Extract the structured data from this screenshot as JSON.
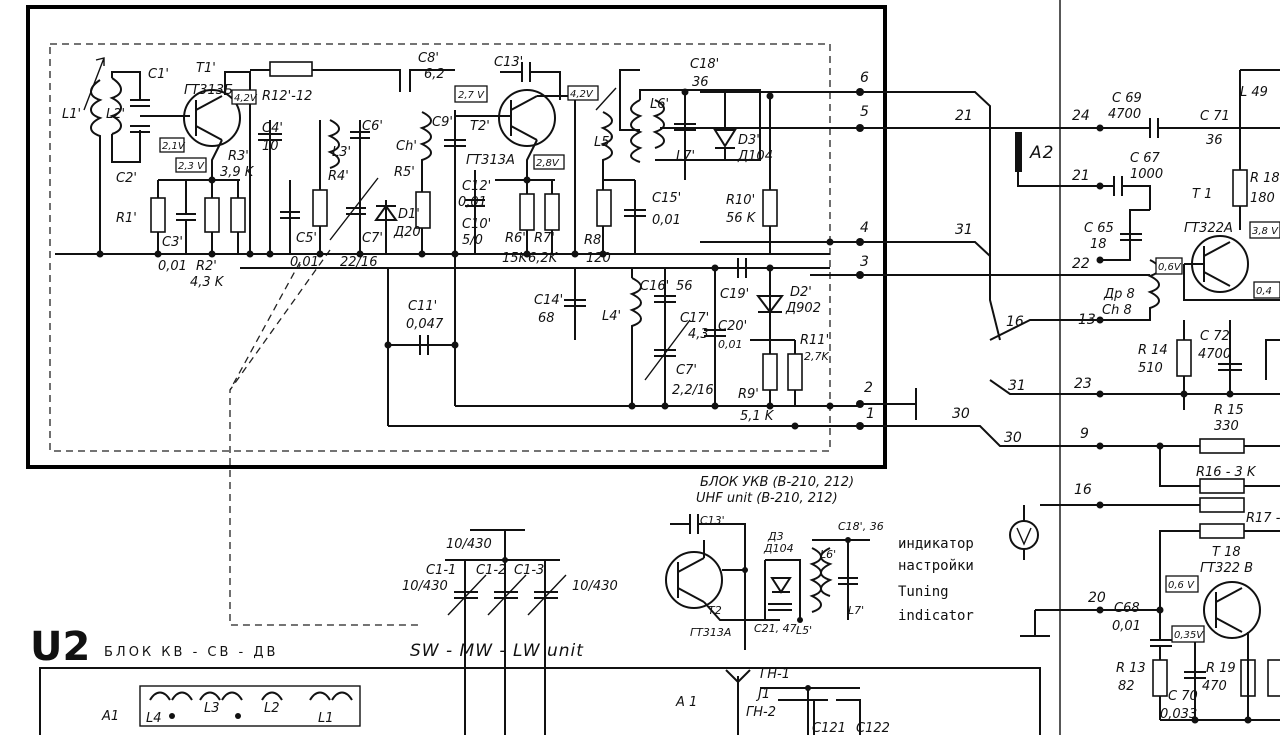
{
  "block_u2": {
    "id": "U2",
    "title_ru": "БЛОК  КВ - СВ - ДВ",
    "title_en": "SW - MW - LW  unit",
    "inductors": [
      "L4",
      "L3",
      "L2",
      "L1"
    ],
    "module": "A1"
  },
  "ukv_block": {
    "title_ru": "БЛОК УКВ (В-210, 212)",
    "title_en": "UHF unit (B-210, 212)",
    "parts": [
      "C13'",
      "Д3",
      "Д104",
      "L6'",
      "C18', 36",
      "T2",
      "ГТ313А",
      "C21, 47",
      "L5'",
      "L7'"
    ]
  },
  "tuning": {
    "ru_line1": "индикатор",
    "ru_line2": "настройки",
    "en_line1": "Tuning",
    "en_line2": "indicator"
  },
  "main_block": {
    "transistors": [
      {
        "ref": "T1'",
        "type": "ГТ313Б"
      },
      {
        "ref": "T2'",
        "type": "ГТ313А"
      }
    ],
    "voltage_tags": [
      "4,2V",
      "2,1V",
      "2,3 V",
      "2,7 V",
      "2,8V",
      "4,2V"
    ],
    "labels": [
      "L1'",
      "L2'",
      "C1'",
      "C2'",
      "R1'",
      "C3'",
      "0,01",
      "R2'",
      "4,3 K",
      "R3'",
      "3,9 K",
      "R12'-12",
      "C4'",
      "10",
      "C5'",
      "0,01",
      "L3'",
      "R4'",
      "C6'",
      "C7'",
      "22/16",
      "D1'",
      "Д20",
      "C8'",
      "6,2",
      "Ch'",
      "R5'",
      "C9'",
      "C12'",
      "0,01",
      "C10'",
      "5/0",
      "C13'",
      "R6'",
      "15K",
      "R7'",
      "6,2K",
      "L5'",
      "R8'",
      "120",
      "C15'",
      "0,01",
      "L6'",
      "L7'",
      "C18'",
      "36",
      "D3'",
      "Д104",
      "R10'",
      "56 K",
      "D2'",
      "Д902",
      "C11'",
      "0,047",
      "C14'",
      "68",
      "L4'",
      "C16'",
      "56",
      "C17'",
      "4,3",
      "C19'",
      "C20'",
      "0,01",
      "R11'",
      "2,7K",
      "R9'",
      "5,1 K",
      "C7'",
      "2,2/16"
    ],
    "pins": [
      "6",
      "5",
      "4",
      "3",
      "2",
      "1"
    ]
  },
  "right_block": {
    "module": "A2",
    "wire_numbers": [
      "21",
      "31",
      "16",
      "31",
      "30",
      "30"
    ],
    "pins": [
      "24",
      "21",
      "22",
      "13",
      "23",
      "9",
      "16",
      "20"
    ],
    "labels": [
      "C 69",
      "4700",
      "C 67",
      "1000",
      "C 65",
      "18",
      "Др 8",
      "Ch 8",
      "C 71",
      "36",
      "L 49",
      "R 18",
      "180",
      "T 1",
      "ГТ322А",
      "3,8 V",
      "0,6V",
      "0,4",
      "R 14",
      "510",
      "C 72",
      "4700",
      "R 15",
      "330",
      "R16 - 3 K",
      "R17 -",
      "T 18",
      "ГТ322 B",
      "0,6 V",
      "0,35V",
      "C68",
      "0,01",
      "R 13",
      "82",
      "C 70",
      "0,033",
      "R 19",
      "470"
    ]
  },
  "gang_capacitor": {
    "labels": [
      "10/430",
      "C1-1",
      "C1-2",
      "C1-3",
      "10/430",
      "10/430"
    ]
  },
  "bottom_right": {
    "module": "A 1",
    "labels": [
      "ГН-1",
      "J1",
      "ГН-2",
      "C121",
      "C122"
    ]
  }
}
